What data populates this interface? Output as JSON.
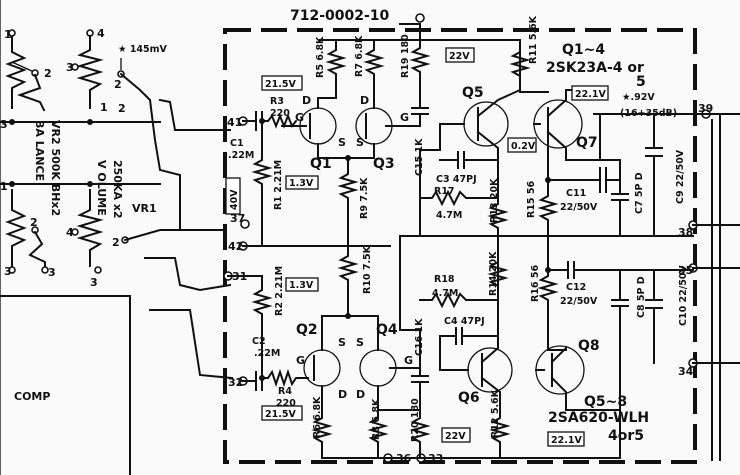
{
  "board_id": "712-0002-10",
  "left": {
    "balance_label": "BA  LANCE",
    "balance_part": "VR2  500K BHx2",
    "volume_label": "V  OLUME",
    "volume_part": "250KA x2",
    "vr1": "VR1",
    "comp": "COMP",
    "star_level": "★ 145mV",
    "pins": [
      "1",
      "2",
      "3",
      "4",
      "1",
      "3",
      "2",
      "3",
      "1",
      "2",
      "4",
      "3",
      "1",
      "2",
      "4",
      "3"
    ]
  },
  "nodes": {
    "n41": "41",
    "n37": "37",
    "n42": "42",
    "n31": "31",
    "n32": "32",
    "n38": "38",
    "n39": "39",
    "n35": "35",
    "n34": "34",
    "n36": "36",
    "n33": "33",
    "n36b": "36"
  },
  "upper": {
    "c1": "C1",
    "c1_val": ".22M",
    "r3": "R3",
    "r3_val": "220",
    "r1": "R1  2.21M",
    "r5": "R5 6.8K",
    "r7": "R7 6.8K",
    "r19": "R19 180",
    "v21_5": "21.5V",
    "v1_3": "1.3V",
    "v22": "22V",
    "v40": "40V",
    "q1": "Q1",
    "q3": "Q3",
    "q5": "Q5",
    "q7": "Q7",
    "r11": "R11 5.6K",
    "q_family_top": "Q1~4",
    "q_type_top": "2SK23A-4 or",
    "q_type_top2": "5",
    "v22_1": "22.1V",
    "star_92": "★.92V",
    "gain": "(16+35dB)",
    "c15": "C15 1K",
    "c3": "C3  47PJ",
    "v0_2": "0.2V",
    "r17": "R17",
    "r17_val": "4.7M",
    "r9": "R9 7.5K",
    "r13": "R13 20K",
    "r15": "R15 56",
    "c11": "C11",
    "c11_val": "22/50V",
    "c7": "C7 5P D",
    "c9": "C9  22/50V"
  },
  "lower": {
    "c2": "C2",
    "c2_val": ".22M",
    "r4": "R4",
    "r4_val": "220",
    "r2": "R2  2.21M",
    "r10": "R10 7.5K",
    "v1_3b": "1.3V",
    "r18": "R18",
    "r18_val": "4.7M",
    "r14": "R14 20K",
    "r16": "R16 56",
    "c12": "C12",
    "c12_val": "22/50V",
    "c8": "C8 5P D",
    "c10": "C10 22/50V",
    "c4": "C4  47PJ",
    "c16": "C16 1K",
    "q2": "Q2",
    "q4": "Q4",
    "q6": "Q6",
    "q8": "Q8",
    "q_family_bot": "Q5~8",
    "q_type_bot": "2SA620-WLH",
    "q_type_bot2": "4or5",
    "r6": "R6 6.8K",
    "r8": "R8 6.8K",
    "r20": "R20 180",
    "r12": "R12 5.6K",
    "v21_5b": "21.5V",
    "v22b": "22V",
    "v22_1b": "22.1V"
  }
}
